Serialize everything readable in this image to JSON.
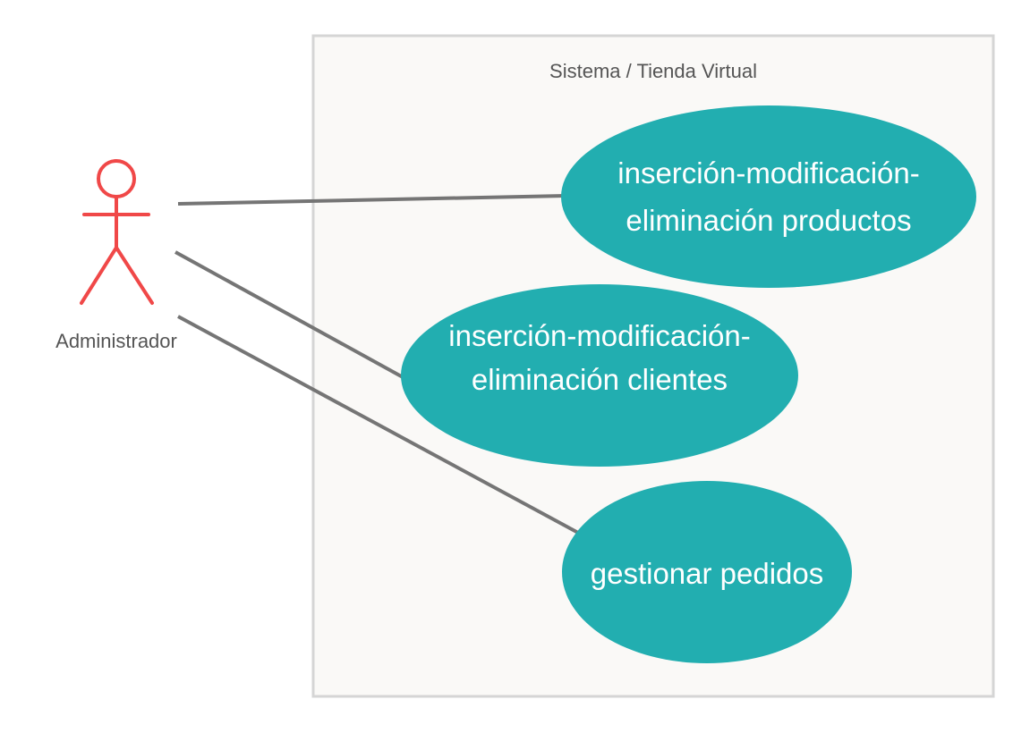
{
  "system": {
    "title": "Sistema / Tienda Virtual"
  },
  "actor": {
    "name": "Administrador",
    "icon": "stick-figure-icon",
    "color": "#f04848"
  },
  "use_cases": [
    {
      "line1": "inserción-modificación-",
      "line2": "eliminación productos"
    },
    {
      "line1": "inserción-modificación-",
      "line2": "eliminación  clientes"
    },
    {
      "line1": "gestionar pedidos"
    }
  ],
  "colors": {
    "use_case_fill": "#22aeb0",
    "association_line": "#757575",
    "system_border": "#d5d5d5",
    "system_fill": "#faf9f7"
  }
}
